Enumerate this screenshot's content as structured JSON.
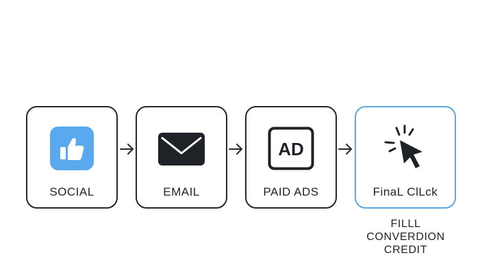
{
  "steps": [
    {
      "label": "SOCIAL",
      "icon": "thumbs-up-icon",
      "icon_color": "#5aa8ee"
    },
    {
      "label": "EMAIL",
      "icon": "envelope-icon",
      "icon_color": "#1f2226"
    },
    {
      "label": "PAID ADS",
      "icon": "ad-badge-icon",
      "icon_text": "AD"
    },
    {
      "label": "FinaL ClLck",
      "icon": "cursor-click-icon",
      "highlight_color": "#5aa8e6"
    }
  ],
  "note": {
    "line1": "FILLL",
    "line2": "CONVERDION",
    "line3": "CREDIT"
  }
}
